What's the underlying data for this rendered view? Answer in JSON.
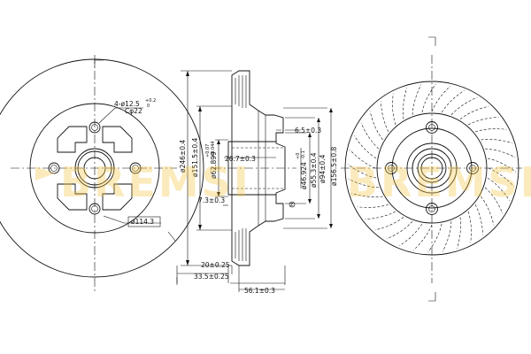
{
  "watermark": "BREMSI",
  "left_view": {
    "bolt_hole_label": "4-ø12.5",
    "bolt_hole_tol": "+0.2",
    "bolt_hole_tol2": "0",
    "counterbore_label": "Cφ22",
    "pcd_label": "ø114.3"
  },
  "section_view": {
    "outer_dia": "ø246±0.4",
    "friction_inner_dia": "ø151.5±0.4",
    "center_bore_dia": "ø62.899",
    "center_bore_tol_upper": "+0.07",
    "center_bore_tol_lower": "+0.044",
    "hub_offset": "26.7±0.3",
    "hat_dia": "ø46.924",
    "hat_tol_upper": "+0",
    "hat_tol_lower": "-0.1",
    "dia_55_3": "ø55.3±0.4",
    "dia_94": "ø94±0.4",
    "dia_156_5": "ø156.5±0.8",
    "flange_thk": "6.5±0.3",
    "hub_depth": "7.3±0.3",
    "disc_thk": "20±0.25",
    "overall_width": "33.5±0.25",
    "total_height": "56.1±0.3",
    "note_marker": "Z"
  }
}
